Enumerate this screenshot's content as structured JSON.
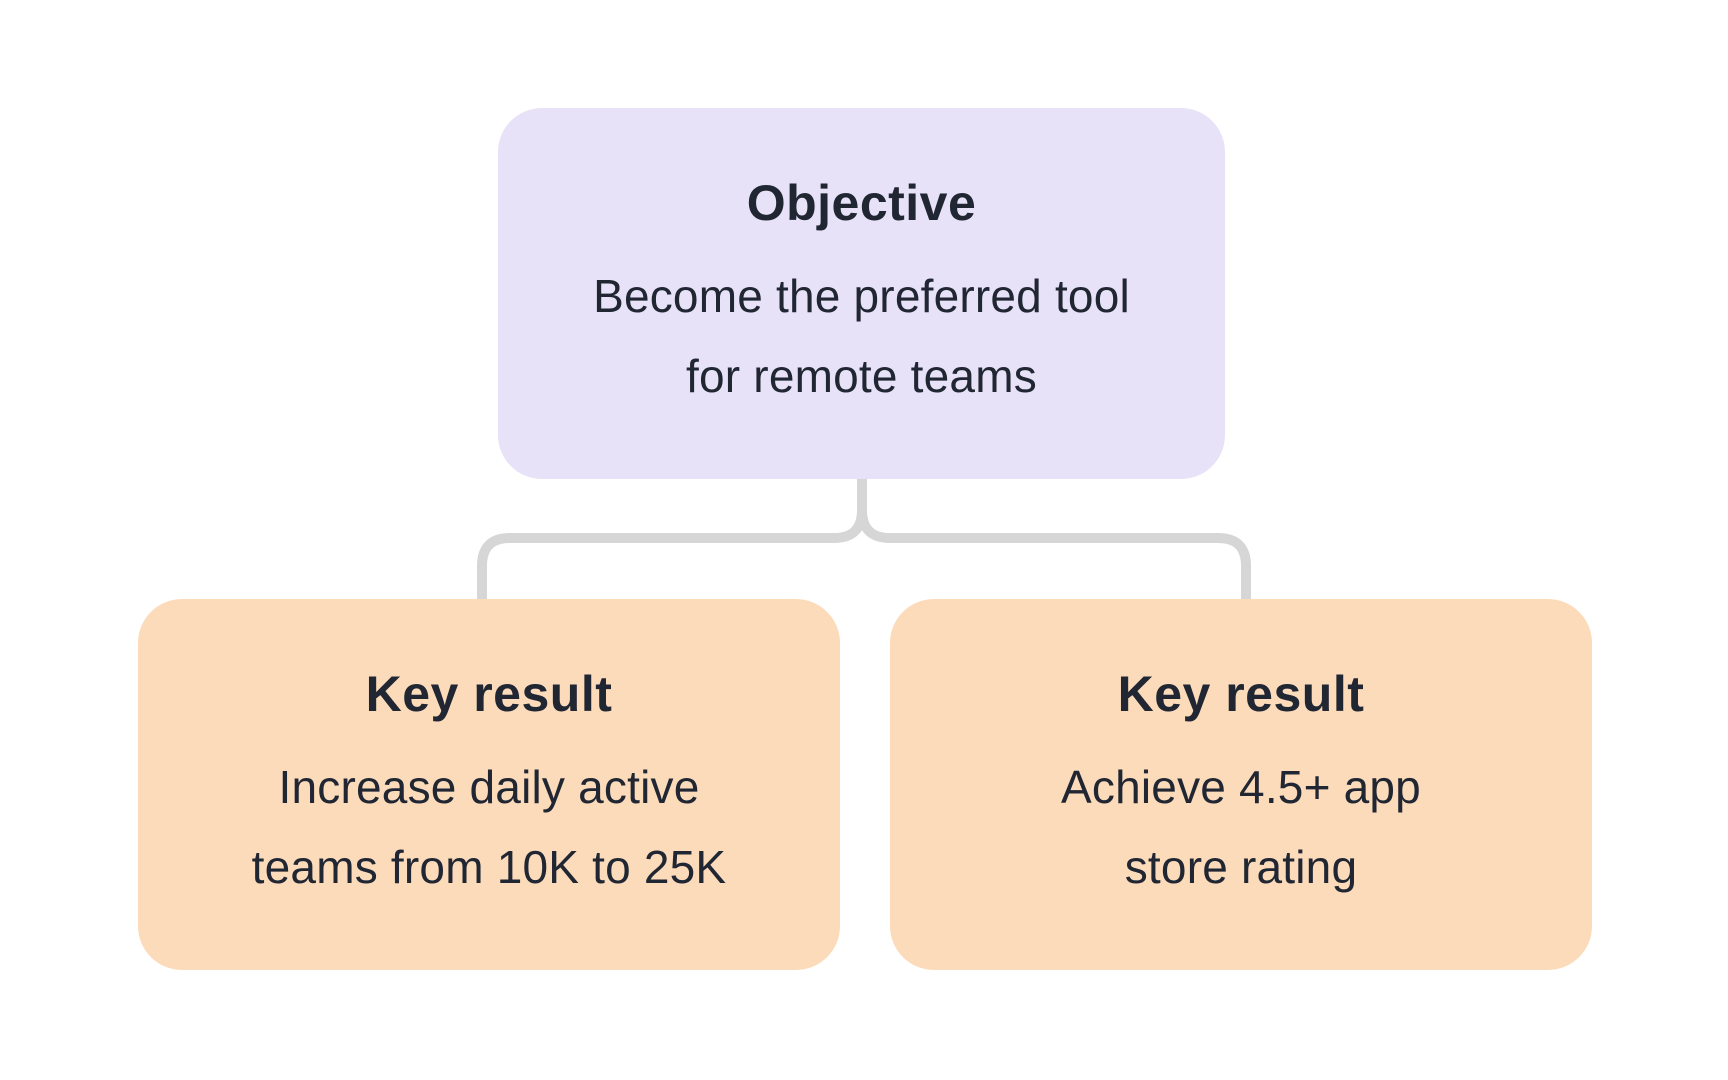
{
  "colors": {
    "background": "#ffffff",
    "objective_bg": "#e7e2f8",
    "keyresult_bg": "#fcdbbb",
    "connector": "#d6d6d6",
    "text": "#212633"
  },
  "diagram": {
    "type": "okr-tree",
    "objective": {
      "title": "Objective",
      "lines": [
        "Become the preferred tool",
        "for remote teams"
      ]
    },
    "key_results": [
      {
        "title": "Key result",
        "lines": [
          "Increase daily active",
          "teams from 10K to 25K"
        ]
      },
      {
        "title": "Key result",
        "lines": [
          "Achieve 4.5+ app",
          "store rating"
        ]
      }
    ]
  }
}
